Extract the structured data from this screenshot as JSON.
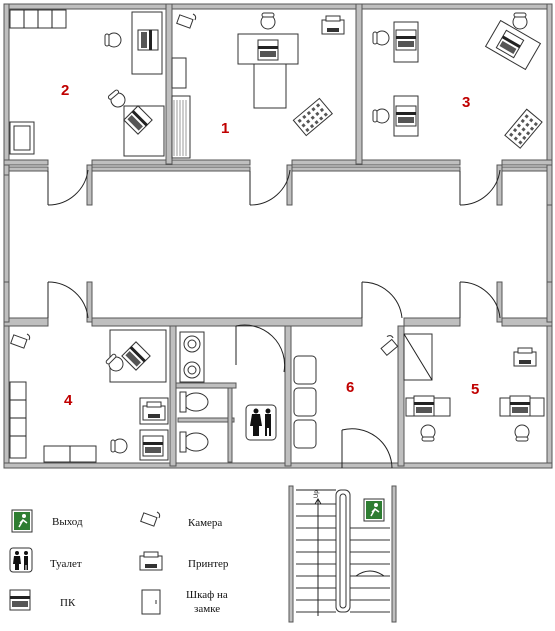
{
  "rooms": [
    {
      "id": "room-1",
      "label": "1"
    },
    {
      "id": "room-2",
      "label": "2"
    },
    {
      "id": "room-3",
      "label": "3"
    },
    {
      "id": "room-4",
      "label": "4"
    },
    {
      "id": "room-5",
      "label": "5"
    },
    {
      "id": "room-6",
      "label": "6"
    }
  ],
  "stairs_label": "Up",
  "legend": {
    "exit": "Выход",
    "toilet": "Туалет",
    "pc": "ПК",
    "camera": "Камера",
    "printer": "Принтер",
    "cabinet_line1": "Шкаф на",
    "cabinet_line2": "замке"
  },
  "colors": {
    "wall": "#bfbfbf",
    "room_number": "#c00000",
    "exit_sign": "#2e7d32"
  }
}
